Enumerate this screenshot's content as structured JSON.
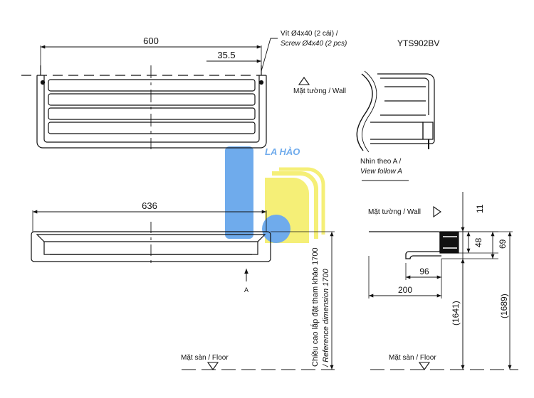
{
  "model": "YTS902BV",
  "top_view": {
    "dim_width": "600",
    "dim_offset": "35.5",
    "screw_line1": "Vít Ø4x40 (2 cái) /",
    "screw_line2": "Screw Ø4x40 (2 pcs)",
    "wall_label": "Mặt tường / Wall"
  },
  "view_a": {
    "caption_line1": "Nhìn theo A /",
    "caption_line2": "View follow A"
  },
  "front_view": {
    "dim_width": "636",
    "arrow_label": "A",
    "ref_height_line1": "Chiều cao lắp đặt tham khảo 1700",
    "ref_height_line2": "/ Reference dimension 1700",
    "floor_label": "Mặt sàn / Floor"
  },
  "side_view": {
    "wall_label": "Mặt tường / Wall",
    "dim_11": "11",
    "dim_48": "48",
    "dim_69": "69",
    "dim_96": "96",
    "dim_200": "200",
    "dim_1641": "(1641)",
    "dim_1689": "(1689)",
    "floor_label": "Mặt sàn / Floor"
  },
  "watermark": {
    "text": "LA HÀO",
    "colors": {
      "blue": "#3f8fe6",
      "yellow": "#f2ea4a"
    }
  }
}
